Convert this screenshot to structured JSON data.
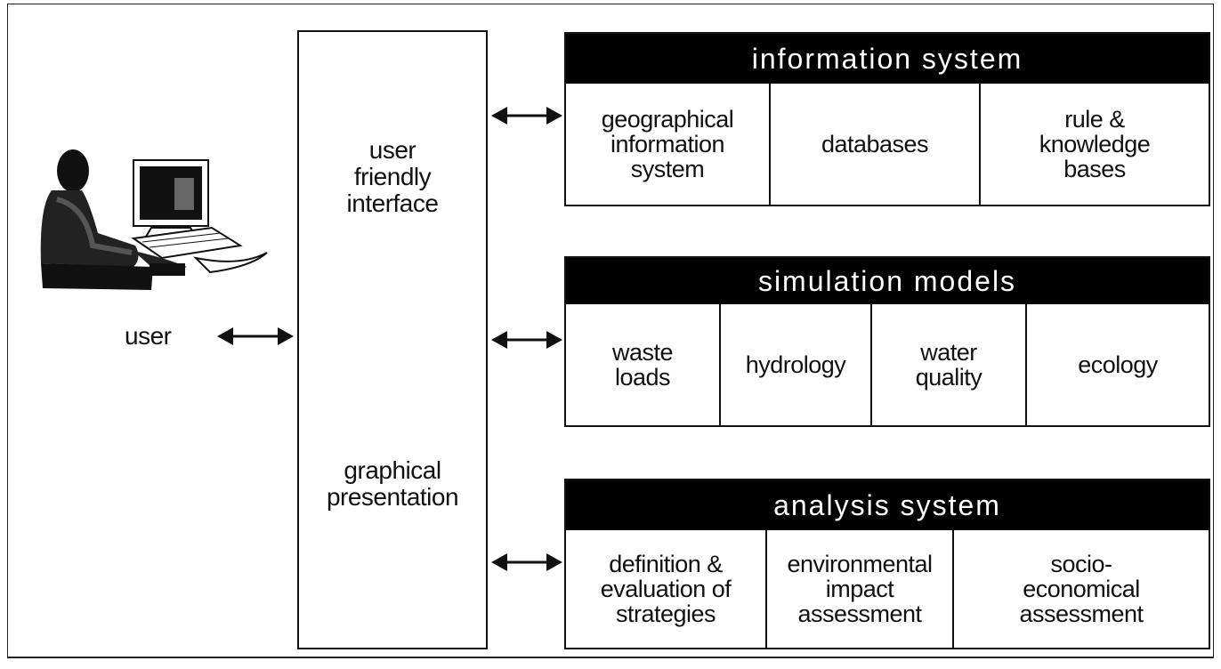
{
  "user_label": "user",
  "interface": {
    "top_label": "user\nfriendly\ninterface",
    "bottom_label": "graphical\npresentation"
  },
  "information_system": {
    "title": "information system",
    "cells": [
      "geographical\ninformation\nsystem",
      "databases",
      "rule &\nknowledge\nbases"
    ]
  },
  "simulation_models": {
    "title": "simulation models",
    "cells": [
      "waste\nloads",
      "hydrology",
      "water\nquality",
      "ecology"
    ]
  },
  "analysis_system": {
    "title": "analysis system",
    "cells": [
      "definition &\nevaluation of\nstrategies",
      "environmental\nimpact\nassessment",
      "socio-\neconomical\nassessment"
    ]
  },
  "icons": {
    "user_illustration": "person-at-computer-icon",
    "arrows": "double-headed-arrow-icon"
  }
}
